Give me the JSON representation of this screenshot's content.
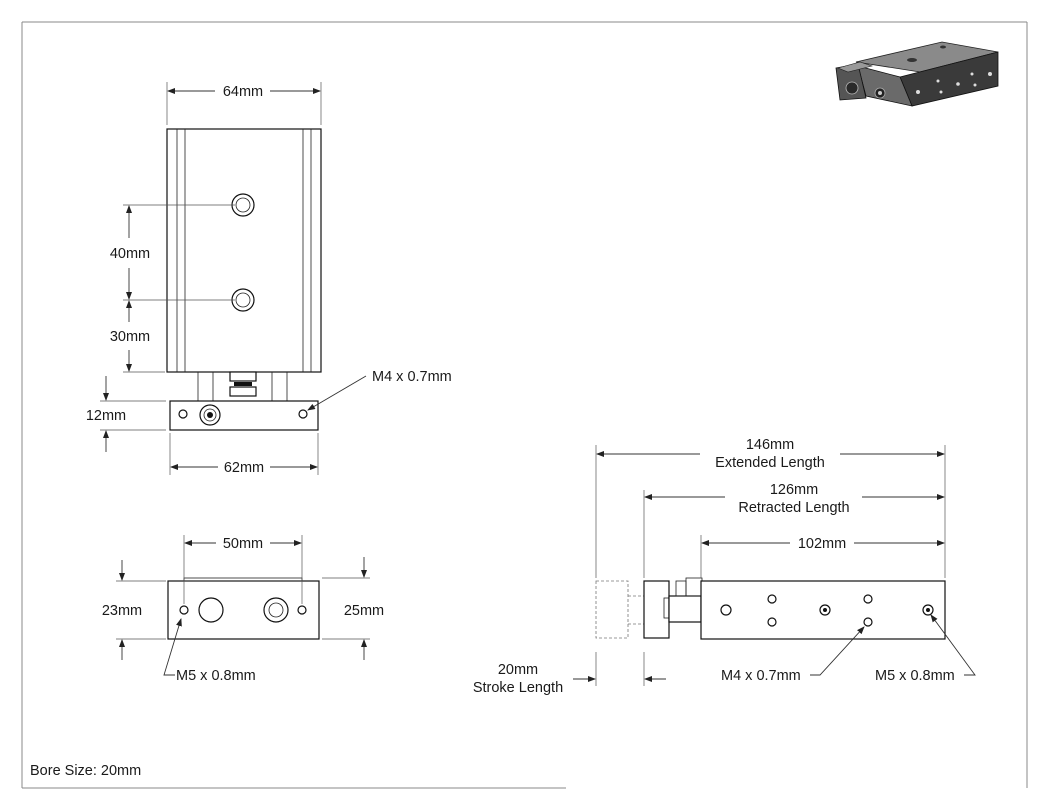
{
  "views": {
    "top": {
      "width_label": "64mm",
      "hole_spacing_label": "40mm",
      "hole_offset_label": "30mm",
      "thread_label": "M4 x 0.7mm",
      "plate_height_label": "12mm",
      "plate_width_label": "62mm"
    },
    "end": {
      "spacing_label": "50mm",
      "left_height_label": "23mm",
      "right_height_label": "25mm",
      "thread_label": "M5 x 0.8mm"
    },
    "side": {
      "extended_length_value": "146mm",
      "extended_length_caption": "Extended Length",
      "retracted_length_value": "126mm",
      "retracted_length_caption": "Retracted Length",
      "body_length_label": "102mm",
      "stroke_value": "20mm",
      "stroke_caption": "Stroke Length",
      "thread_label_a": "M4 x 0.7mm",
      "thread_label_b": "M5 x 0.8mm"
    }
  },
  "footer": {
    "bore_size": "Bore Size: 20mm"
  },
  "colors": {
    "line": "#111111",
    "background": "#ffffff",
    "render_body": "#3a3a3a"
  }
}
